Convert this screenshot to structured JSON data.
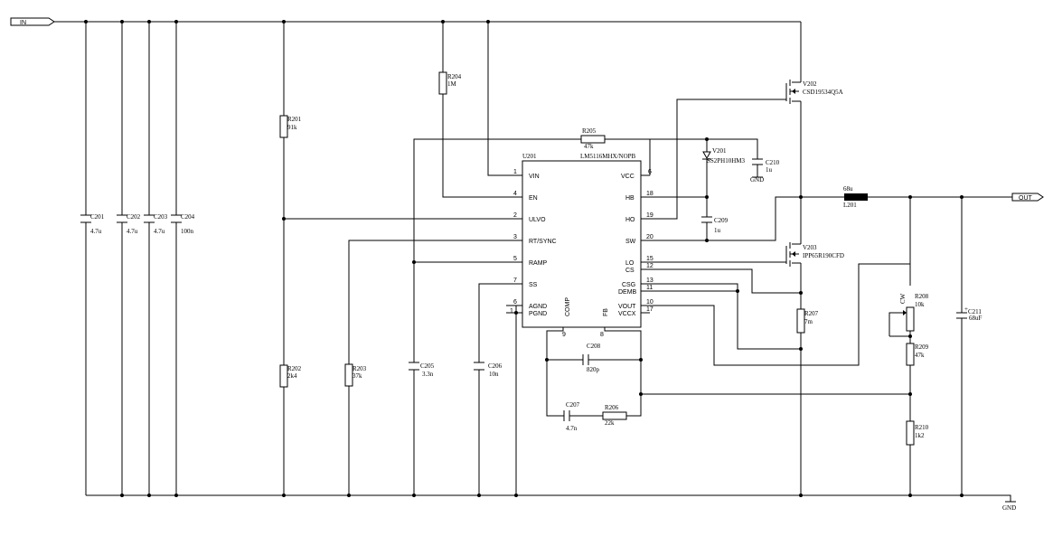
{
  "ports": {
    "in": "IN",
    "out": "OUT",
    "gnd": "GND"
  },
  "ic": {
    "ref": "U201",
    "part": "LM5116MHX/NOPB",
    "left_pins": [
      {
        "num": "1",
        "name": "VIN"
      },
      {
        "num": "4",
        "name": "EN"
      },
      {
        "num": "2",
        "name": "ULVO"
      },
      {
        "num": "3",
        "name": "RT/SYNC"
      },
      {
        "num": "5",
        "name": "RAMP"
      },
      {
        "num": "7",
        "name": "SS"
      },
      {
        "num": "6",
        "name": "AGND"
      },
      {
        "num": "1",
        "name": "PGND"
      }
    ],
    "right_pins": [
      {
        "num": "6",
        "name": "VCC"
      },
      {
        "num": "18",
        "name": "HB"
      },
      {
        "num": "19",
        "name": "HO"
      },
      {
        "num": "20",
        "name": "SW"
      },
      {
        "num": "15",
        "name": "LO"
      },
      {
        "num": "12",
        "name": "CS"
      },
      {
        "num": "13",
        "name": "CSG"
      },
      {
        "num": "11",
        "name": "DEMB"
      },
      {
        "num": "10",
        "name": "VOUT"
      },
      {
        "num": "17",
        "name": "VCCX"
      }
    ],
    "bottom_pins": [
      {
        "num": "9",
        "name": "COMP"
      },
      {
        "num": "8",
        "name": "FB"
      }
    ]
  },
  "components": {
    "C201": {
      "ref": "C201",
      "value": "4.7u"
    },
    "C202": {
      "ref": "C202",
      "value": "4.7u"
    },
    "C203": {
      "ref": "C203",
      "value": "4.7u"
    },
    "C204": {
      "ref": "C204",
      "value": "100n"
    },
    "R201": {
      "ref": "R201",
      "value": "91k"
    },
    "R202": {
      "ref": "R202",
      "value": "2k4"
    },
    "R203": {
      "ref": "R203",
      "value": "37k"
    },
    "R204": {
      "ref": "R204",
      "value": "1M"
    },
    "R205": {
      "ref": "R205",
      "value": "47k"
    },
    "C205": {
      "ref": "C205",
      "value": "3.3n"
    },
    "C206": {
      "ref": "C206",
      "value": "10n"
    },
    "C208": {
      "ref": "C208",
      "value": "820p"
    },
    "C207": {
      "ref": "C207",
      "value": "4.7n"
    },
    "R206": {
      "ref": "R206",
      "value": "22k"
    },
    "V201": {
      "ref": "V201",
      "value": "SS2PH10HM3"
    },
    "C210": {
      "ref": "C210",
      "value": "1u"
    },
    "C210gnd": {
      "value": "GND"
    },
    "C209": {
      "ref": "C209",
      "value": "1u"
    },
    "V202": {
      "ref": "V202",
      "value": "CSD19534Q5A"
    },
    "V203": {
      "ref": "V203",
      "value": "IPP65R190CFD"
    },
    "L201": {
      "ref": "L201",
      "value": "68u"
    },
    "R207": {
      "ref": "R207",
      "value": "7m"
    },
    "R208": {
      "ref": "R208",
      "value": "10k",
      "cw": "CW"
    },
    "R209": {
      "ref": "R209",
      "value": "47k"
    },
    "R210": {
      "ref": "R210",
      "value": "1k2"
    },
    "C211": {
      "ref": "C211",
      "value": "68uF"
    }
  }
}
